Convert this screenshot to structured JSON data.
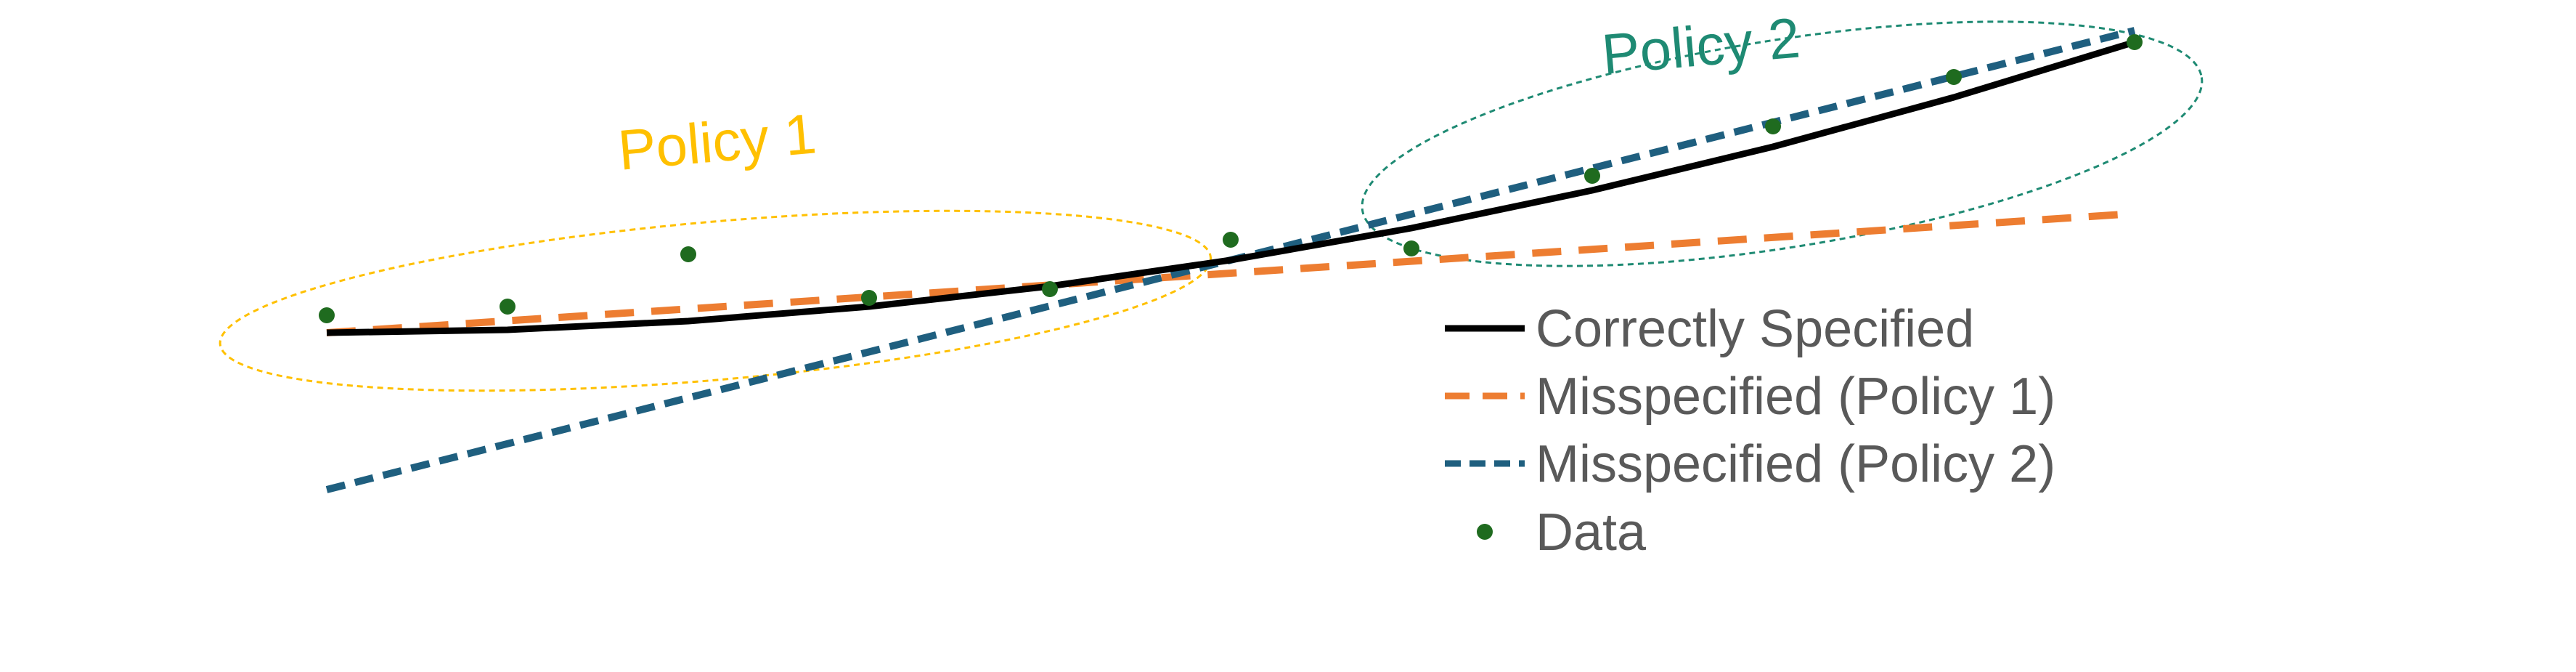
{
  "chart_data": {
    "type": "line",
    "title": "",
    "xlabel": "",
    "ylabel": "",
    "axes_visible": false,
    "grid": false,
    "xlim": [
      0,
      10
    ],
    "ylim": [
      -2,
      7.5
    ],
    "legend": {
      "placement": "center-right",
      "entries": [
        {
          "label": "Correctly Specified",
          "color": "#000000",
          "style": "solid"
        },
        {
          "label": "Misspecified (Policy 1)",
          "color": "#ED7D31",
          "style": "dashed"
        },
        {
          "label": "Misspecified (Policy 2)",
          "color": "#1F5F7F",
          "style": "dashed"
        },
        {
          "label": "Data",
          "color": "#1F6B1F",
          "style": "marker"
        }
      ]
    },
    "series": [
      {
        "name": "Correctly Specified",
        "kind": "line",
        "color": "#000000",
        "dash": "solid",
        "x": [
          0,
          1,
          2,
          3,
          4,
          5,
          6,
          7,
          8,
          9,
          10
        ],
        "y": [
          0.0,
          0.05,
          0.2,
          0.45,
          0.8,
          1.25,
          1.8,
          2.45,
          3.2,
          4.05,
          5.0
        ]
      },
      {
        "name": "Misspecified (Policy 1)",
        "kind": "line",
        "color": "#ED7D31",
        "dash": "long-dash",
        "x": [
          0,
          10
        ],
        "y": [
          0.0,
          2.05
        ]
      },
      {
        "name": "Misspecified (Policy 2)",
        "kind": "line",
        "color": "#1F5F7F",
        "dash": "short-dash",
        "x": [
          0,
          10
        ],
        "y": [
          -2.7,
          5.2
        ]
      },
      {
        "name": "Data",
        "kind": "scatter",
        "color": "#1F6B1F",
        "x": [
          0,
          1,
          2,
          3,
          4,
          5,
          6,
          7,
          8,
          9,
          10
        ],
        "y": [
          0.3,
          0.45,
          1.35,
          0.6,
          0.75,
          1.6,
          1.45,
          2.7,
          3.55,
          4.4,
          5.0
        ]
      }
    ],
    "annotations": [
      {
        "text": "Policy 1",
        "color": "#FFC000",
        "region": {
          "x_center": 2.15,
          "y_center": 0.55,
          "x_radius": 2.75,
          "y_radius": 1.6
        }
      },
      {
        "text": "Policy 2",
        "color": "#1E8A73",
        "region": {
          "x_center": 8.05,
          "y_center": 3.25,
          "x_radius": 2.35,
          "y_radius": 2.1
        }
      }
    ]
  }
}
